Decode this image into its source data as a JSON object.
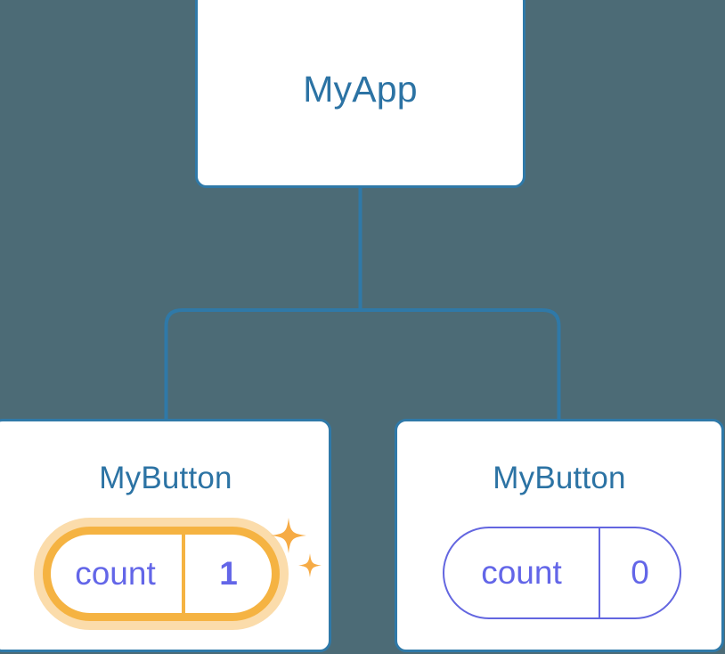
{
  "canvas": {
    "background_color": "#4c6b76",
    "edge_color": "#2f79a8"
  },
  "tree": {
    "root": {
      "title": "MyApp"
    },
    "children": [
      {
        "title": "MyButton",
        "prop": {
          "key": "count",
          "value": "1",
          "highlighted": true,
          "highlight_color": "#f5b342",
          "glow_color": "#fbdcab",
          "text_color": "#6366e8"
        },
        "sparkle_icons": [
          "sparkle-large-icon",
          "sparkle-small-icon"
        ]
      },
      {
        "title": "MyButton",
        "prop": {
          "key": "count",
          "value": "0",
          "highlighted": false,
          "border_color": "#6366e0",
          "text_color": "#6366e8"
        },
        "sparkle_icons": []
      }
    ]
  },
  "colors": {
    "node_border": "#2f79a8",
    "node_fill": "#ffffff",
    "title_text": "#2c73a4",
    "prop_text": "#6366e8",
    "accent_orange": "#f5b342",
    "accent_orange_soft": "#fbdcab",
    "accent_indigo": "#6366e0"
  }
}
